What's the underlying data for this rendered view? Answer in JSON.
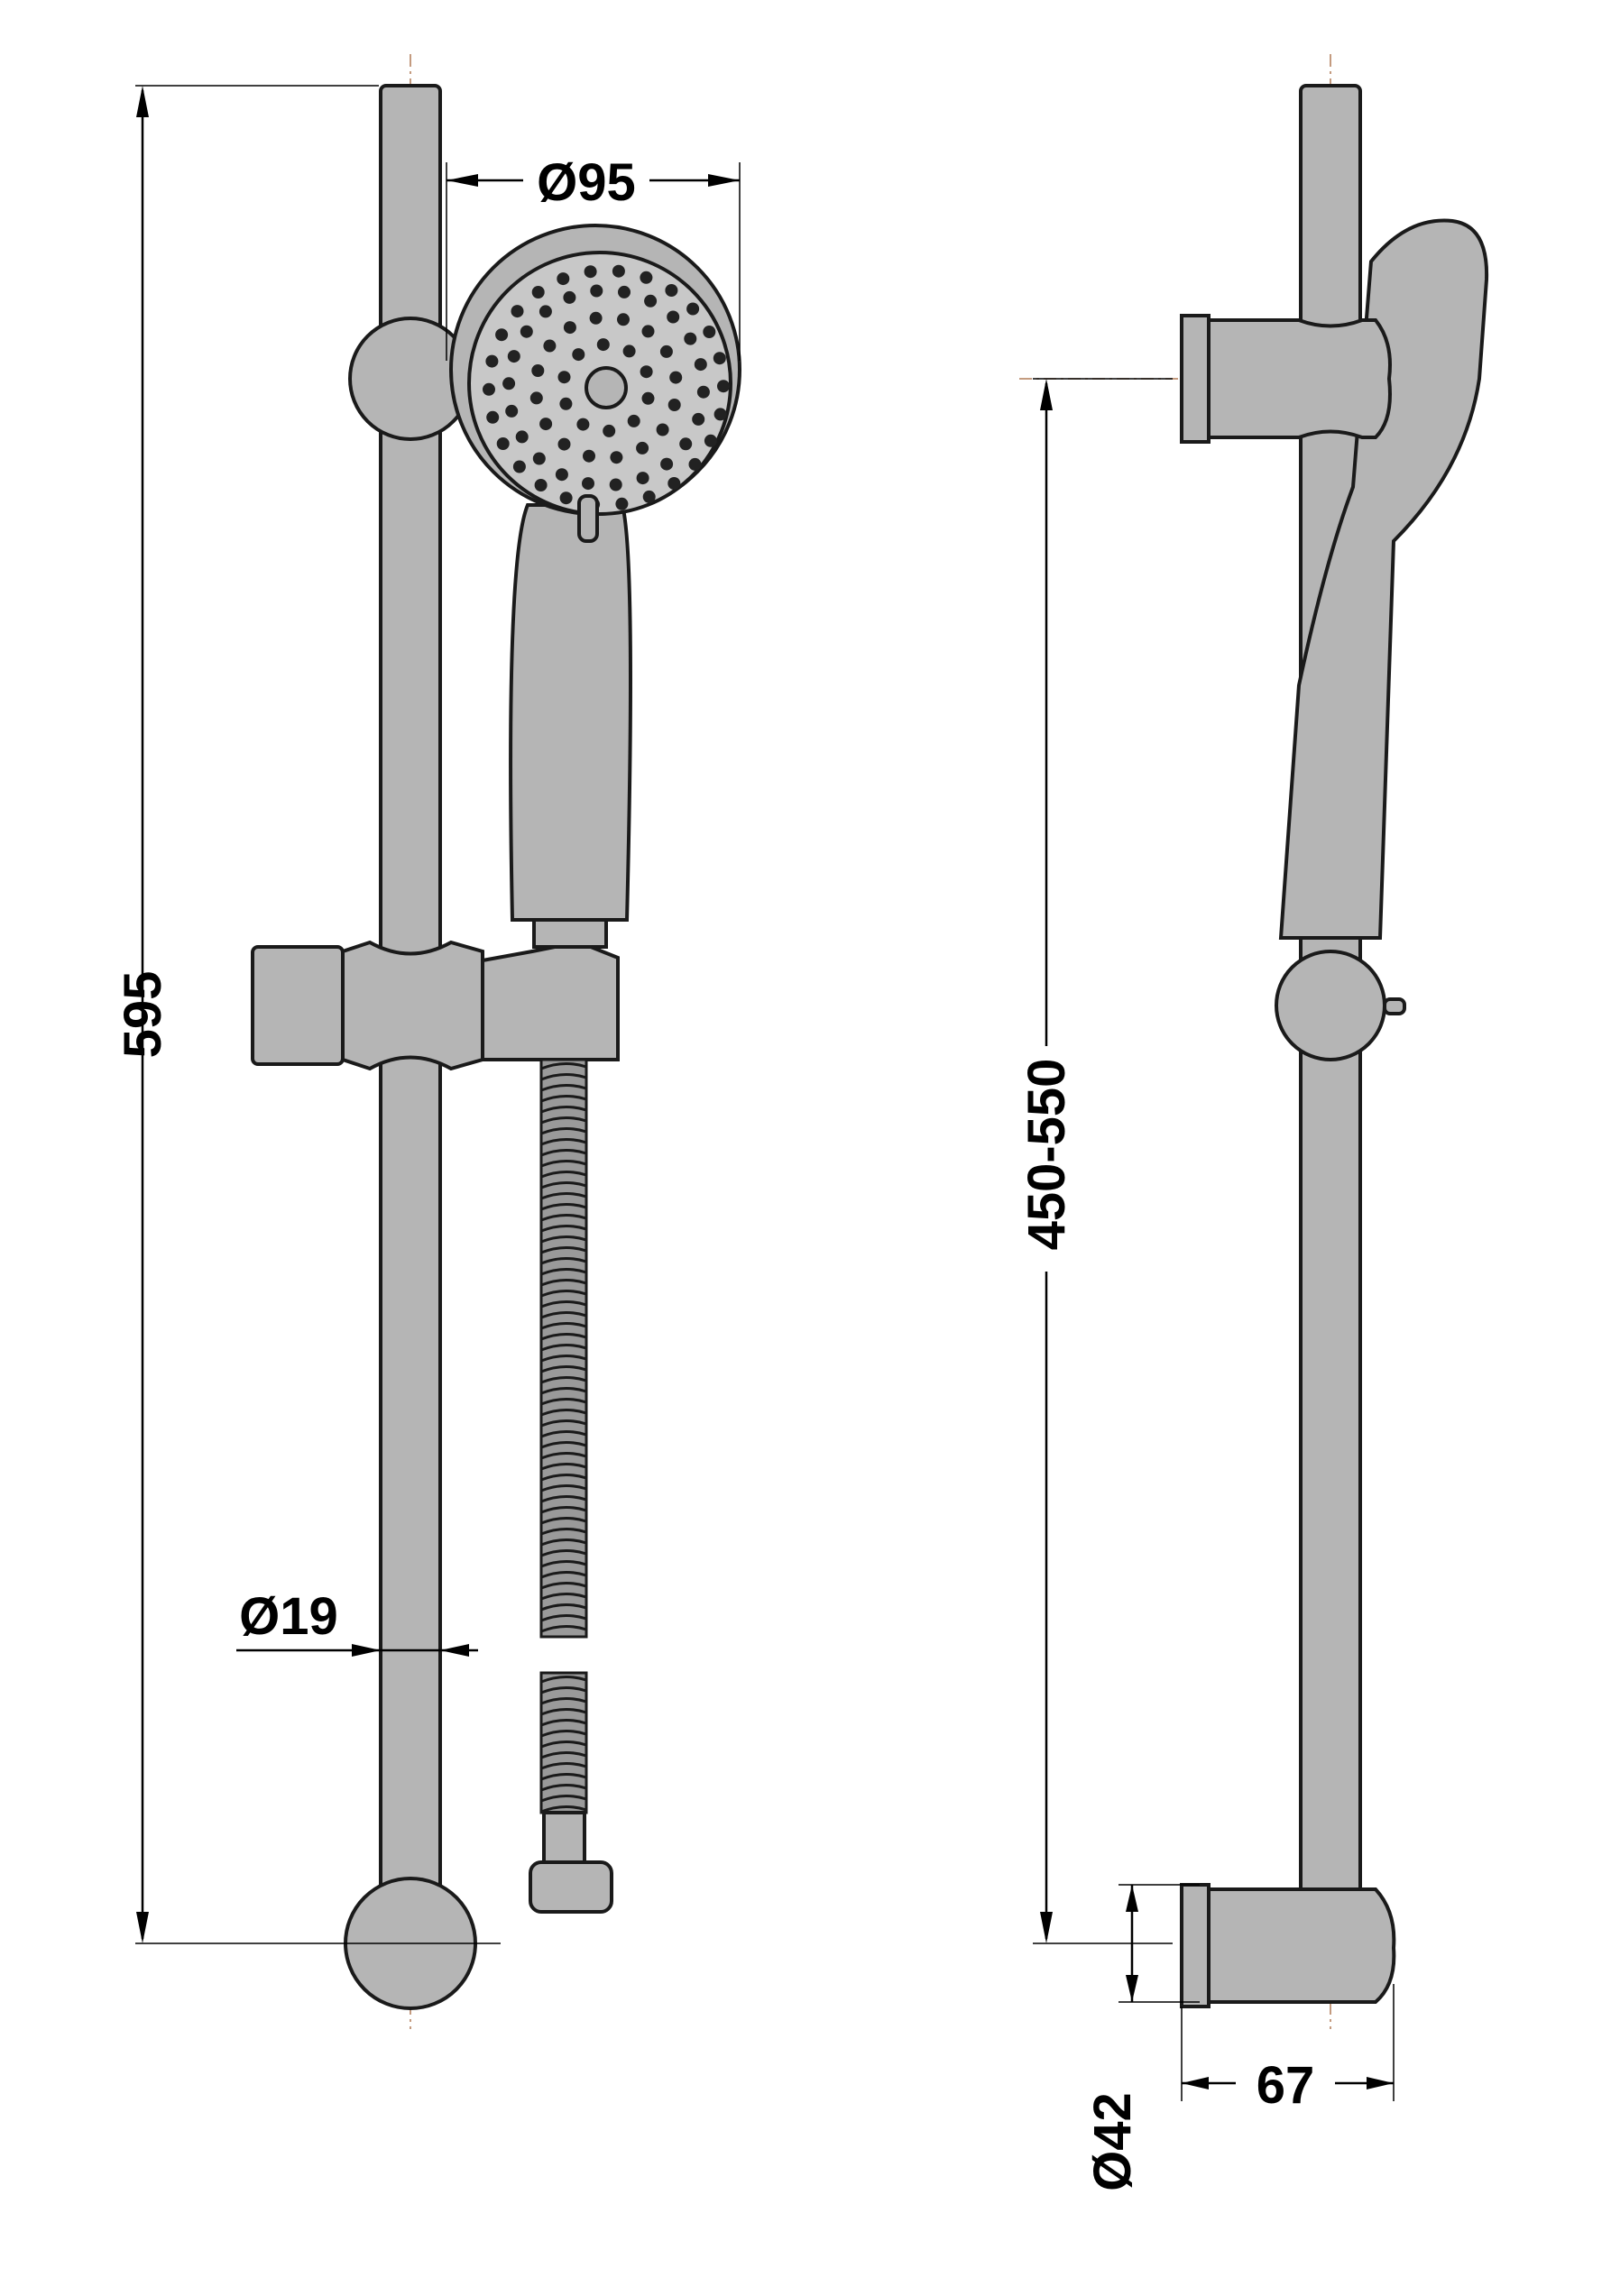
{
  "dimensions": {
    "head_diameter": "Ø95",
    "total_length": "595",
    "rail_diameter": "Ø19",
    "height_range": "450-550",
    "bracket_diameter": "Ø42",
    "bracket_depth": "67"
  },
  "colors": {
    "part_fill": "#b5b5b5",
    "outline": "#1a1a1a",
    "centerline": "#b07a55"
  }
}
